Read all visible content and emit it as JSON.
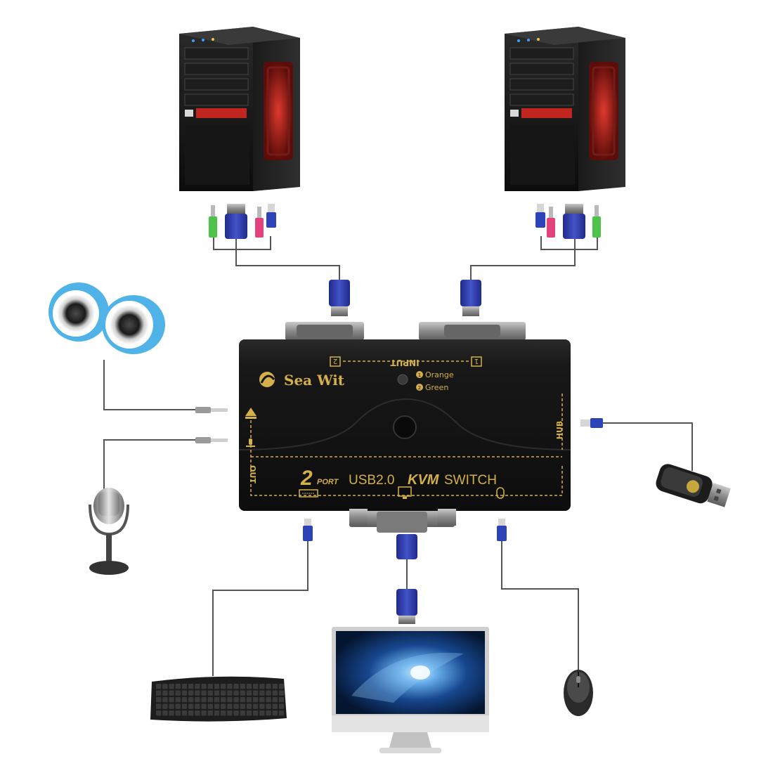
{
  "kvm_switch": {
    "brand": "Sea Wit",
    "input_label": "INPUT",
    "port_1_label": "1",
    "port_2_label": "2",
    "led_legend_1_num": "1",
    "led_legend_1": "Orange",
    "led_legend_2_num": "2",
    "led_legend_2": "Green",
    "hub_label": "HUB",
    "out_label": "OUT",
    "title_number": "2",
    "title_port": "PORT",
    "title_usb": "USB2.0",
    "title_kvm": "KVM",
    "title_switch": "SWITCH"
  },
  "colors": {
    "kvm_body": "#141414",
    "kvm_accent": "#d4b04a",
    "vga_blue": "#2e3aa6",
    "cable_gray": "#555555",
    "audio_green": "#4fc24a",
    "audio_pink": "#e2437f",
    "usb_blue": "#2d44b8",
    "speaker_blue": "#4fb3e8",
    "tower_red": "#c0261f"
  }
}
